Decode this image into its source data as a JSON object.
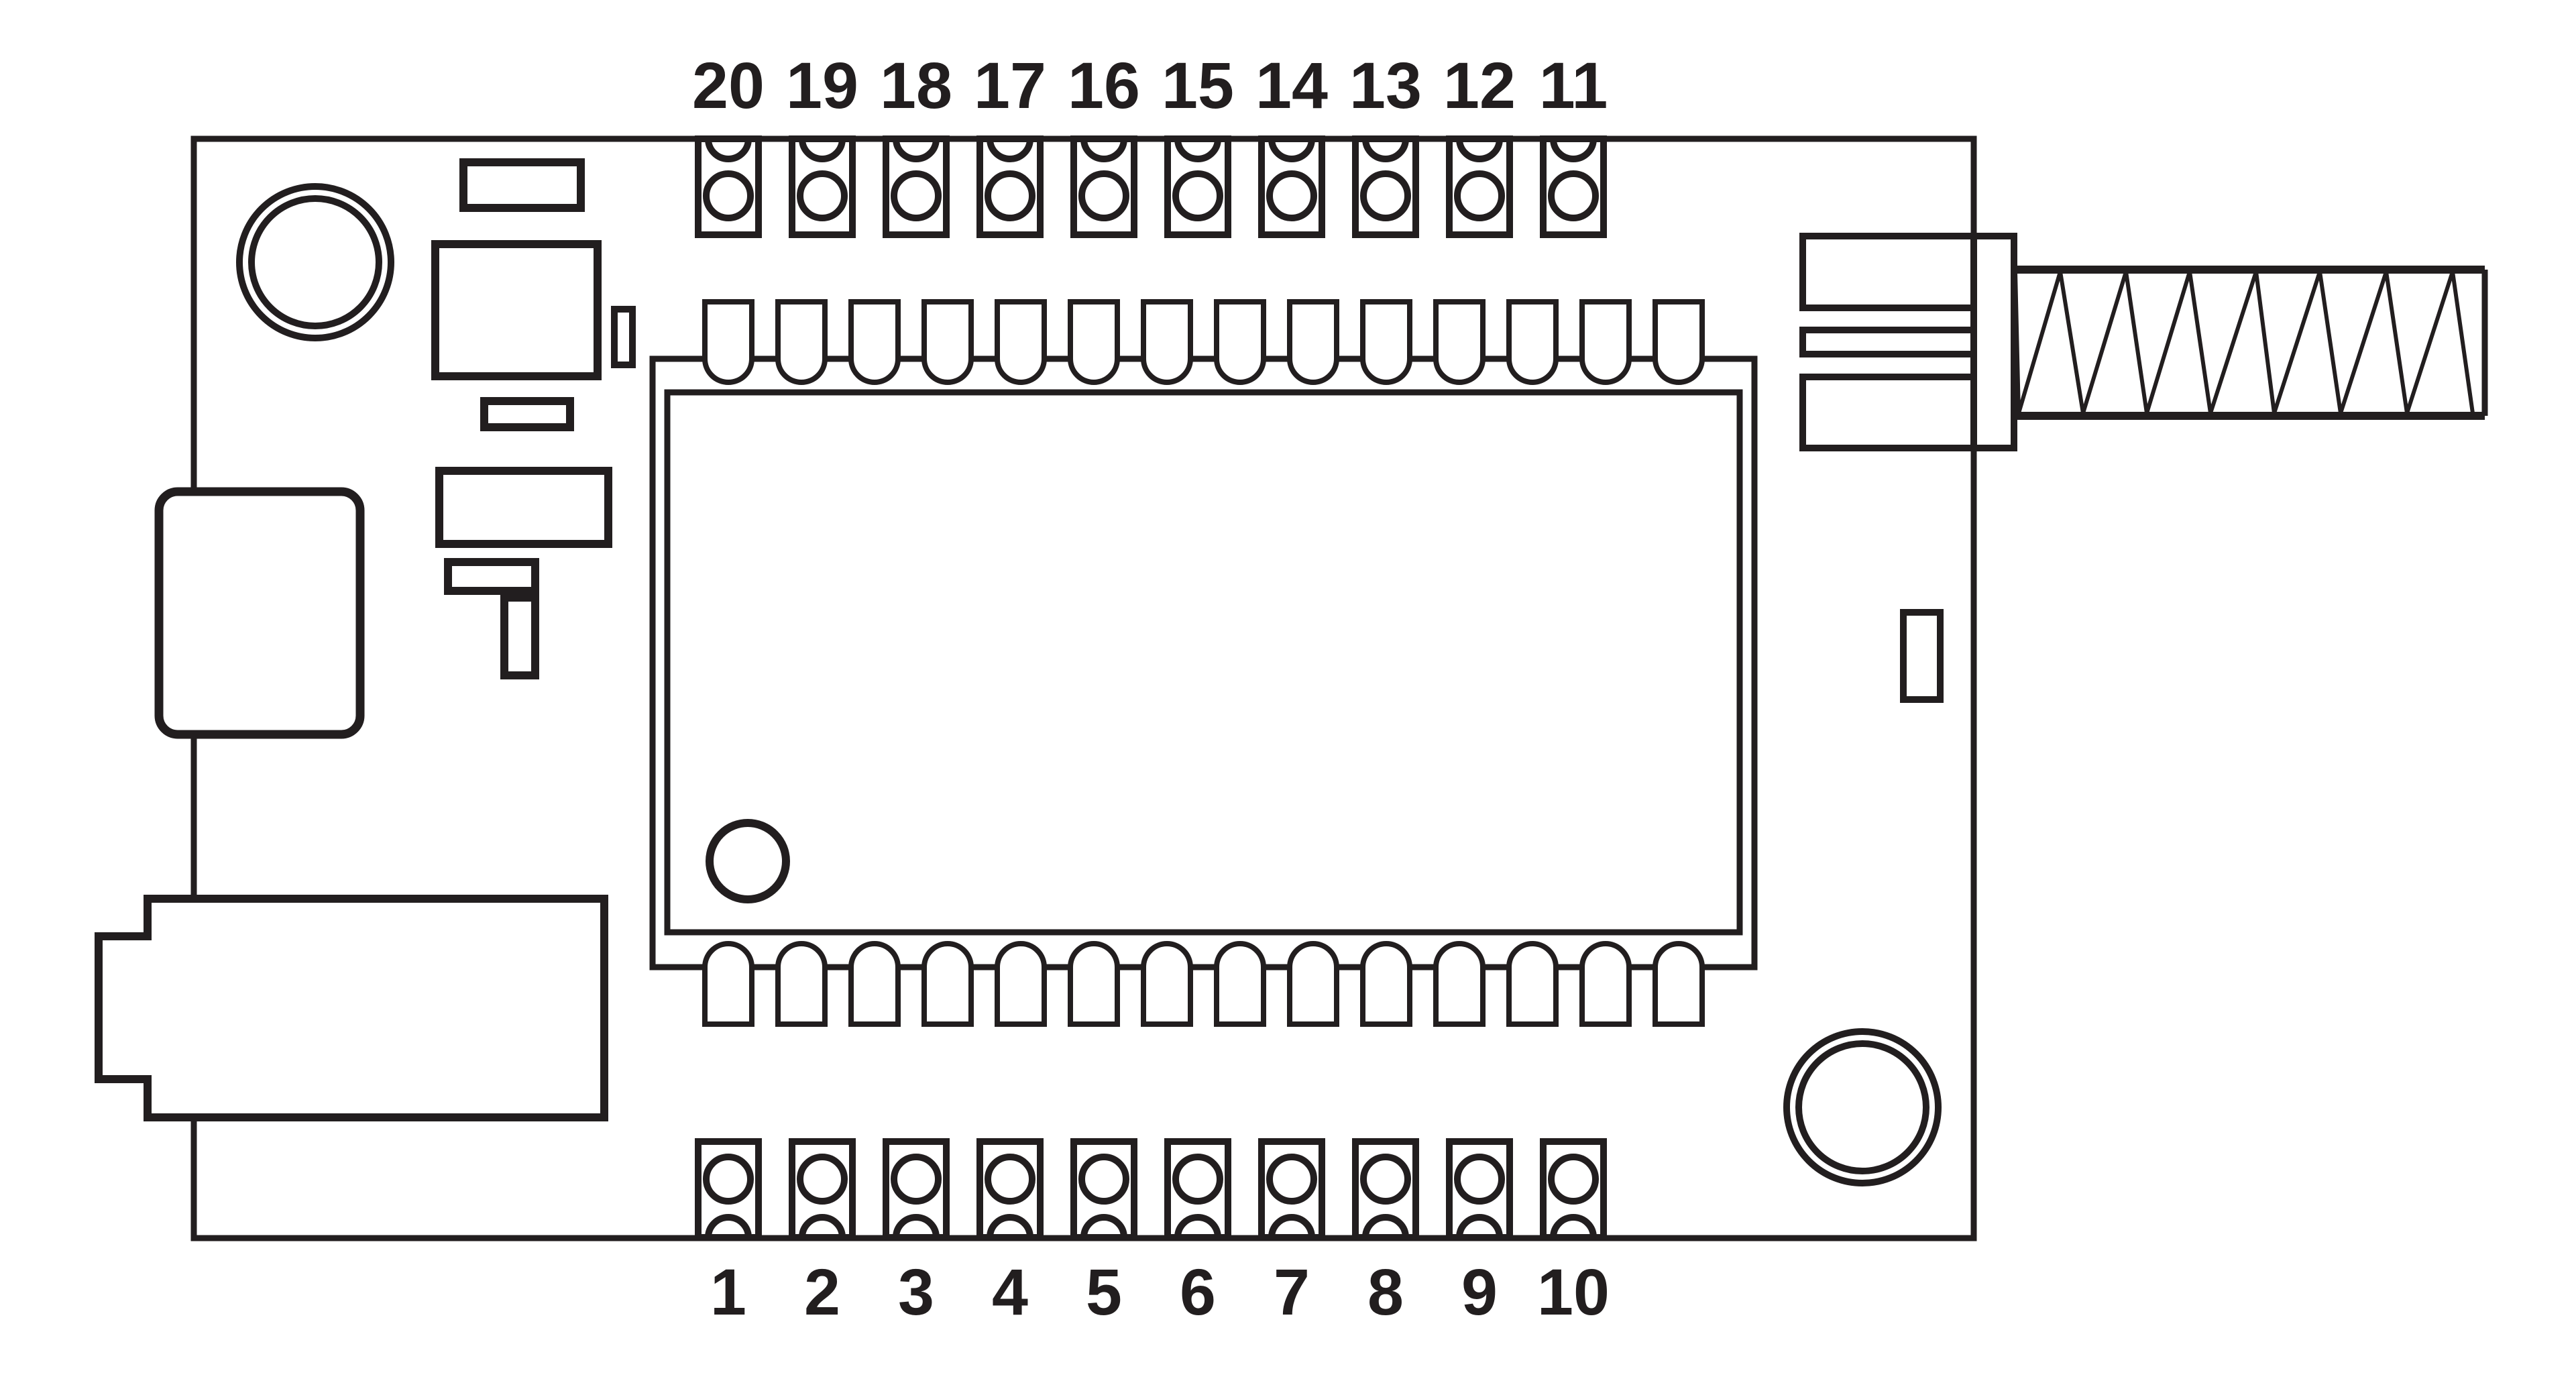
{
  "diagram": {
    "kind": "pcb-pinout-line-drawing",
    "colors": {
      "line": "#221e1f",
      "background": "#ffffff"
    },
    "pins": {
      "top_labels": [
        "20",
        "19",
        "18",
        "17",
        "16",
        "15",
        "14",
        "13",
        "12",
        "11"
      ],
      "bottom_labels": [
        "1",
        "2",
        "3",
        "4",
        "5",
        "6",
        "7",
        "8",
        "9",
        "10"
      ]
    },
    "icons": [
      "mounting-hole-icon",
      "usb-connector-icon",
      "audio-jack-icon",
      "rf-module-icon",
      "pin1-dot-icon",
      "antenna-coil-icon"
    ]
  }
}
